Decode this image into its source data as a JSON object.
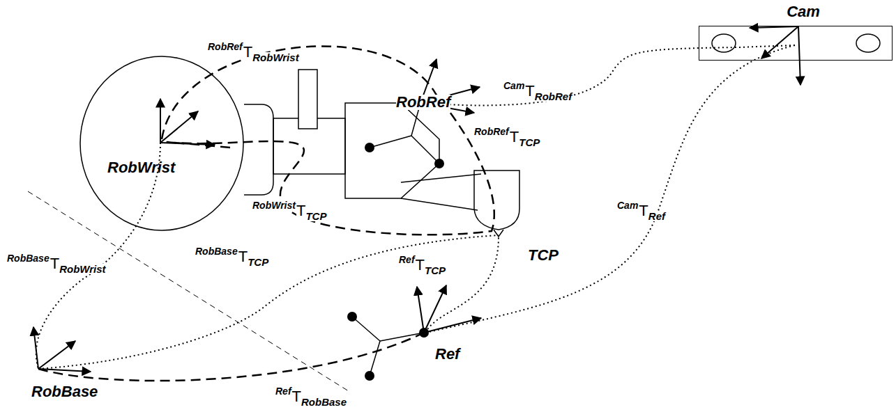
{
  "diagram": {
    "nodes": [
      {
        "text": [
          "Cam"
        ]
      },
      {
        "text": [
          "RobWrist"
        ]
      }
    ],
    "labels": [
      "RobRef",
      "T",
      "RobWrist",
      "RobRef",
      "Cam",
      "T",
      "RobRef",
      "RobRef",
      "T",
      "TCP",
      "RobWrist",
      "T",
      "TCP",
      "Cam",
      "T",
      "Ref",
      "RobBase",
      "T",
      "TCP",
      "TCP",
      "Ref",
      "T",
      "TCP",
      "RobBase",
      "T",
      "RobWrist",
      "Ref",
      "RobBase",
      "Ref",
      "T",
      "RobBase"
    ]
  }
}
